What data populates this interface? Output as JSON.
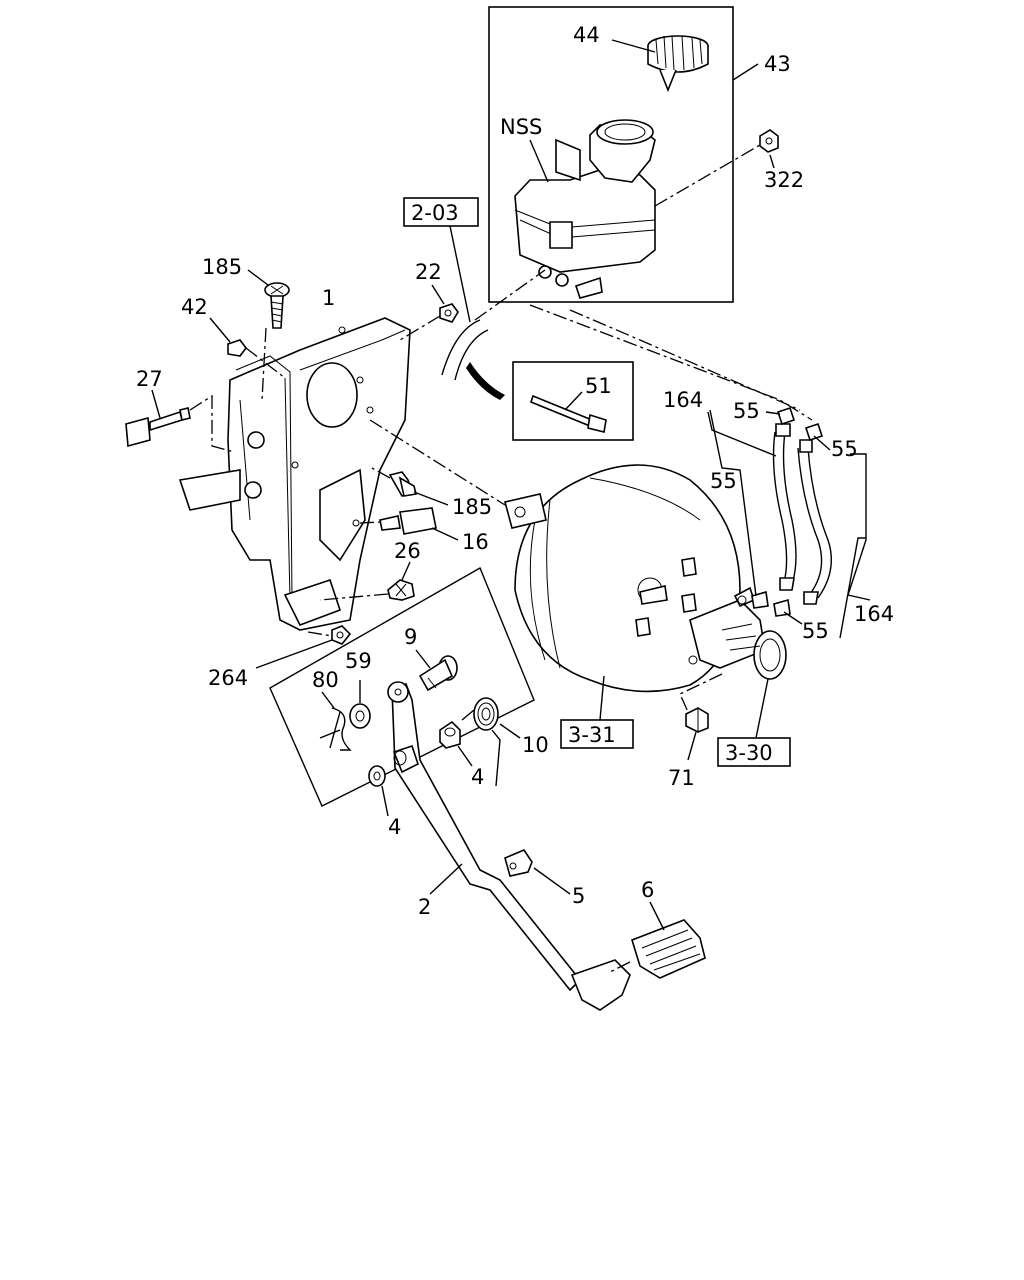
{
  "diagram": {
    "callouts": {
      "c44": "44",
      "c43": "43",
      "cnss": "NSS",
      "c322": "322",
      "c185a": "185",
      "c42": "42",
      "c1": "1",
      "c22": "22",
      "c27": "27",
      "c51": "51",
      "c164a": "164",
      "c55a": "55",
      "c55b": "55",
      "c55c": "55",
      "c55d": "55",
      "c185b": "185",
      "c16": "16",
      "c26": "26",
      "c164b": "164",
      "c264": "264",
      "c9": "9",
      "c59": "59",
      "c80": "80",
      "c10": "10",
      "c4a": "4",
      "c4b": "4",
      "c71": "71",
      "c5": "5",
      "c2": "2",
      "c6": "6"
    },
    "refs": {
      "r203": "2-03",
      "r331": "3-31",
      "r330": "3-30"
    }
  }
}
